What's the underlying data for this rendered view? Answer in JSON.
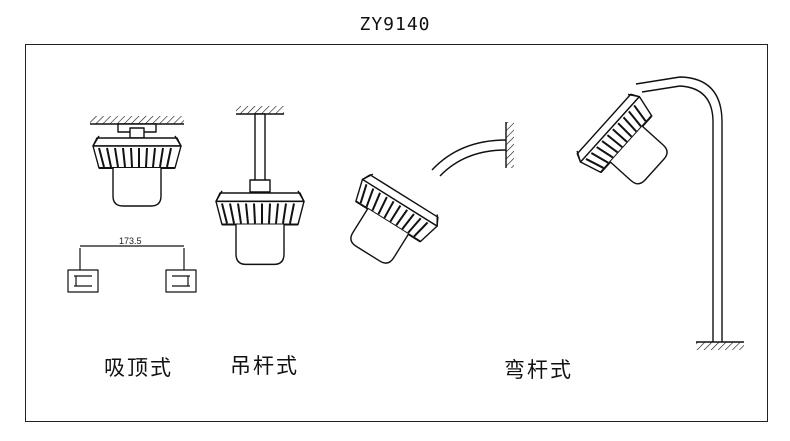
{
  "title": "ZY9140",
  "dimension_label": "173.5",
  "captions": {
    "ceiling_mount": "吸顶式",
    "pendant_mount": "吊杆式",
    "bent_arm_mount": "弯杆式"
  }
}
